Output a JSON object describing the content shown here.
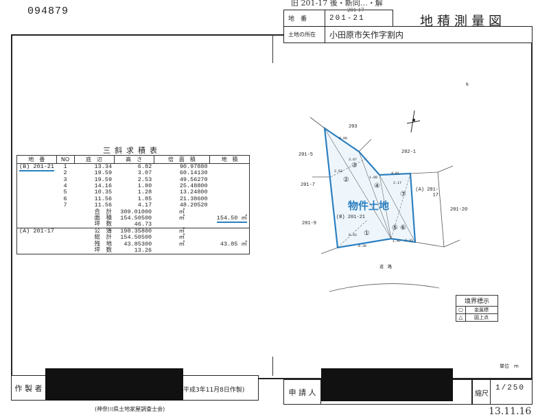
{
  "document_number": "094879",
  "handwritten_top": "旧 201-17 後・新同…・解",
  "handwritten_lot_above": "201-17",
  "header": {
    "lot_label": "地　番",
    "lot_value": "201-21",
    "location_label": "土地の所在",
    "location_value": "小田原市矢作字割内",
    "title": "地積測量図"
  },
  "table": {
    "title": "三斜求積表",
    "columns": [
      "地　番",
      "NO",
      "底　辺",
      "高　さ",
      "倍　面　積",
      "地　積"
    ],
    "section_b": {
      "lot": "(B) 201-21",
      "rows": [
        {
          "no": "1",
          "base": "13.34",
          "height": "6.82",
          "double_area": "90.97880"
        },
        {
          "no": "2",
          "base": "19.59",
          "height": "3.07",
          "double_area": "60.14130"
        },
        {
          "no": "3",
          "base": "19.59",
          "height": "2.53",
          "double_area": "49.56270"
        },
        {
          "no": "4",
          "base": "14.16",
          "height": "1.80",
          "double_area": "25.48800"
        },
        {
          "no": "5",
          "base": "10.35",
          "height": "1.28",
          "double_area": "13.24800"
        },
        {
          "no": "6",
          "base": "11.56",
          "height": "1.85",
          "double_area": "21.38600"
        },
        {
          "no": "7",
          "base": "11.56",
          "height": "4.17",
          "double_area": "48.20520"
        }
      ],
      "total_label": "合　計",
      "total": "309.01000",
      "area_label": "面　積",
      "area": "154.50500",
      "tsubo_label": "坪　数",
      "tsubo": "46.73",
      "chiseki": "154.50 ㎡"
    },
    "section_a": {
      "lot": "(A) 201-17",
      "official_label": "公　簿",
      "official": "198.35800",
      "sum_label": "総　計",
      "sum": "154.50500",
      "remain_label": "残　地",
      "remain": "43.85300",
      "tsubo_label": "坪　数",
      "tsubo": "13.26",
      "chiseki": "43.85 ㎡"
    },
    "unit": "㎡"
  },
  "plan": {
    "neighbors": [
      "203",
      "201-5",
      "202-1",
      "201-7",
      "201-9",
      "201-20"
    ],
    "lot_a": "(A) 201-17",
    "lot_b": "(B) 201-21",
    "subject_label": "物件土地",
    "road": "道　路",
    "triangles": [
      "①",
      "②",
      "③",
      "④",
      "⑤",
      "⑥",
      "⑦"
    ],
    "edge_lengths": [
      "6.00",
      "8.38",
      "4.81",
      "1.47",
      "2.31",
      "6.62",
      "2.17",
      "1.80",
      "2.53",
      "3.07"
    ],
    "north": "N",
    "highlight_color": "#2a7fc0"
  },
  "legend": {
    "title": "境界標示",
    "items": [
      {
        "symbol": "○",
        "label": "金属標"
      },
      {
        "symbol": "△",
        "label": "図上点"
      }
    ]
  },
  "unit_note": "単位　m",
  "footer": {
    "maker_label": "作 製 者",
    "date": "平成3年11月8日作製)",
    "association": "(神奈川県土地家屋調査士会)",
    "applicant_label": "申 請 人",
    "scale_label": "縮尺",
    "scale_value": "1/250",
    "handwritten_date": "13.11.16"
  }
}
